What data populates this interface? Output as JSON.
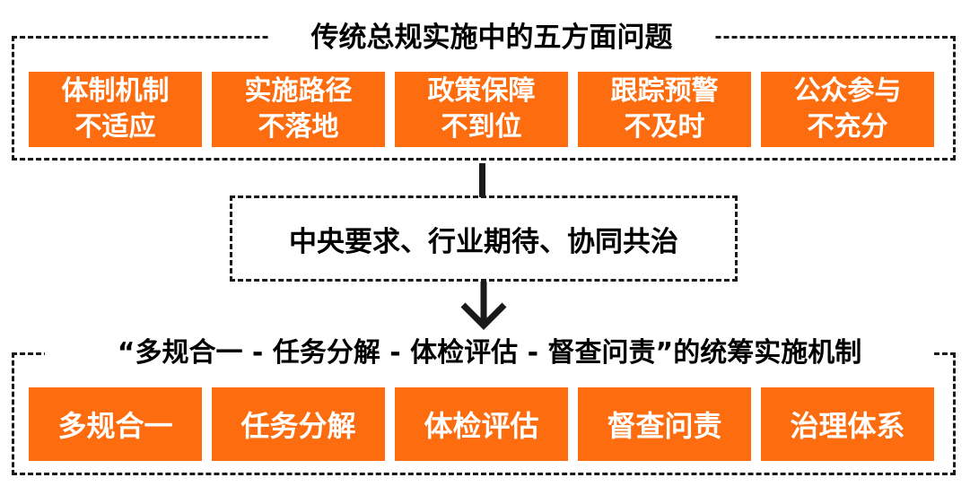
{
  "top": {
    "title": "传统总规实施中的五方面问题",
    "problems": [
      {
        "line1": "体制机制",
        "line2": "不适应"
      },
      {
        "line1": "实施路径",
        "line2": "不落地"
      },
      {
        "line1": "政策保障",
        "line2": "不到位"
      },
      {
        "line1": "跟踪预警",
        "line2": "不及时"
      },
      {
        "line1": "公众参与",
        "line2": "不充分"
      }
    ]
  },
  "middle": {
    "text": "中央要求、行业期待、协同共治"
  },
  "bottom": {
    "title": "“多规合一 - 任务分解 - 体检评估 - 督查问责”的统筹实施机制",
    "mechanisms": [
      "多规合一",
      "任务分解",
      "体检评估",
      "督查问责",
      "治理体系"
    ]
  },
  "colors": {
    "box_fill": "#fd6c0e",
    "box_text": "#ffffff",
    "border": "#1a1a1a"
  }
}
